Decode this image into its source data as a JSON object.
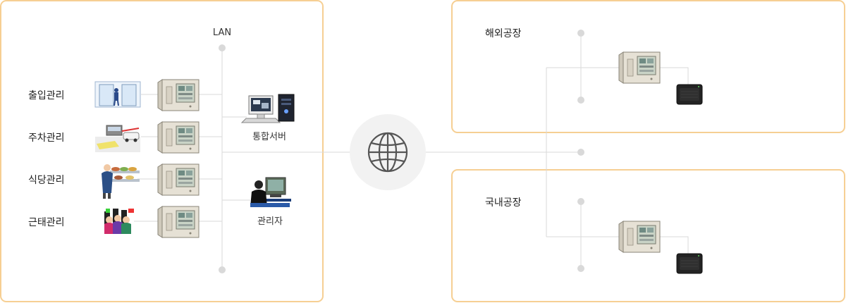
{
  "network": {
    "lan_label": "LAN",
    "left_items": [
      {
        "label": "출입관리",
        "icon": "door-access-icon"
      },
      {
        "label": "주차관리",
        "icon": "parking-gate-icon"
      },
      {
        "label": "식당관리",
        "icon": "cafeteria-icon"
      },
      {
        "label": "근태관리",
        "icon": "attendance-icon"
      }
    ],
    "server_label": "통합서버",
    "admin_label": "관리자",
    "internet_icon": "globe-icon"
  },
  "sites": {
    "overseas_label": "해외공장",
    "domestic_label": "국내공장"
  },
  "colors": {
    "panel_border": "#f6cf93",
    "connector": "#dadada",
    "node_dot": "#d9d9d9",
    "globe_bg": "#f2f2f2",
    "globe_stroke": "#555555"
  }
}
